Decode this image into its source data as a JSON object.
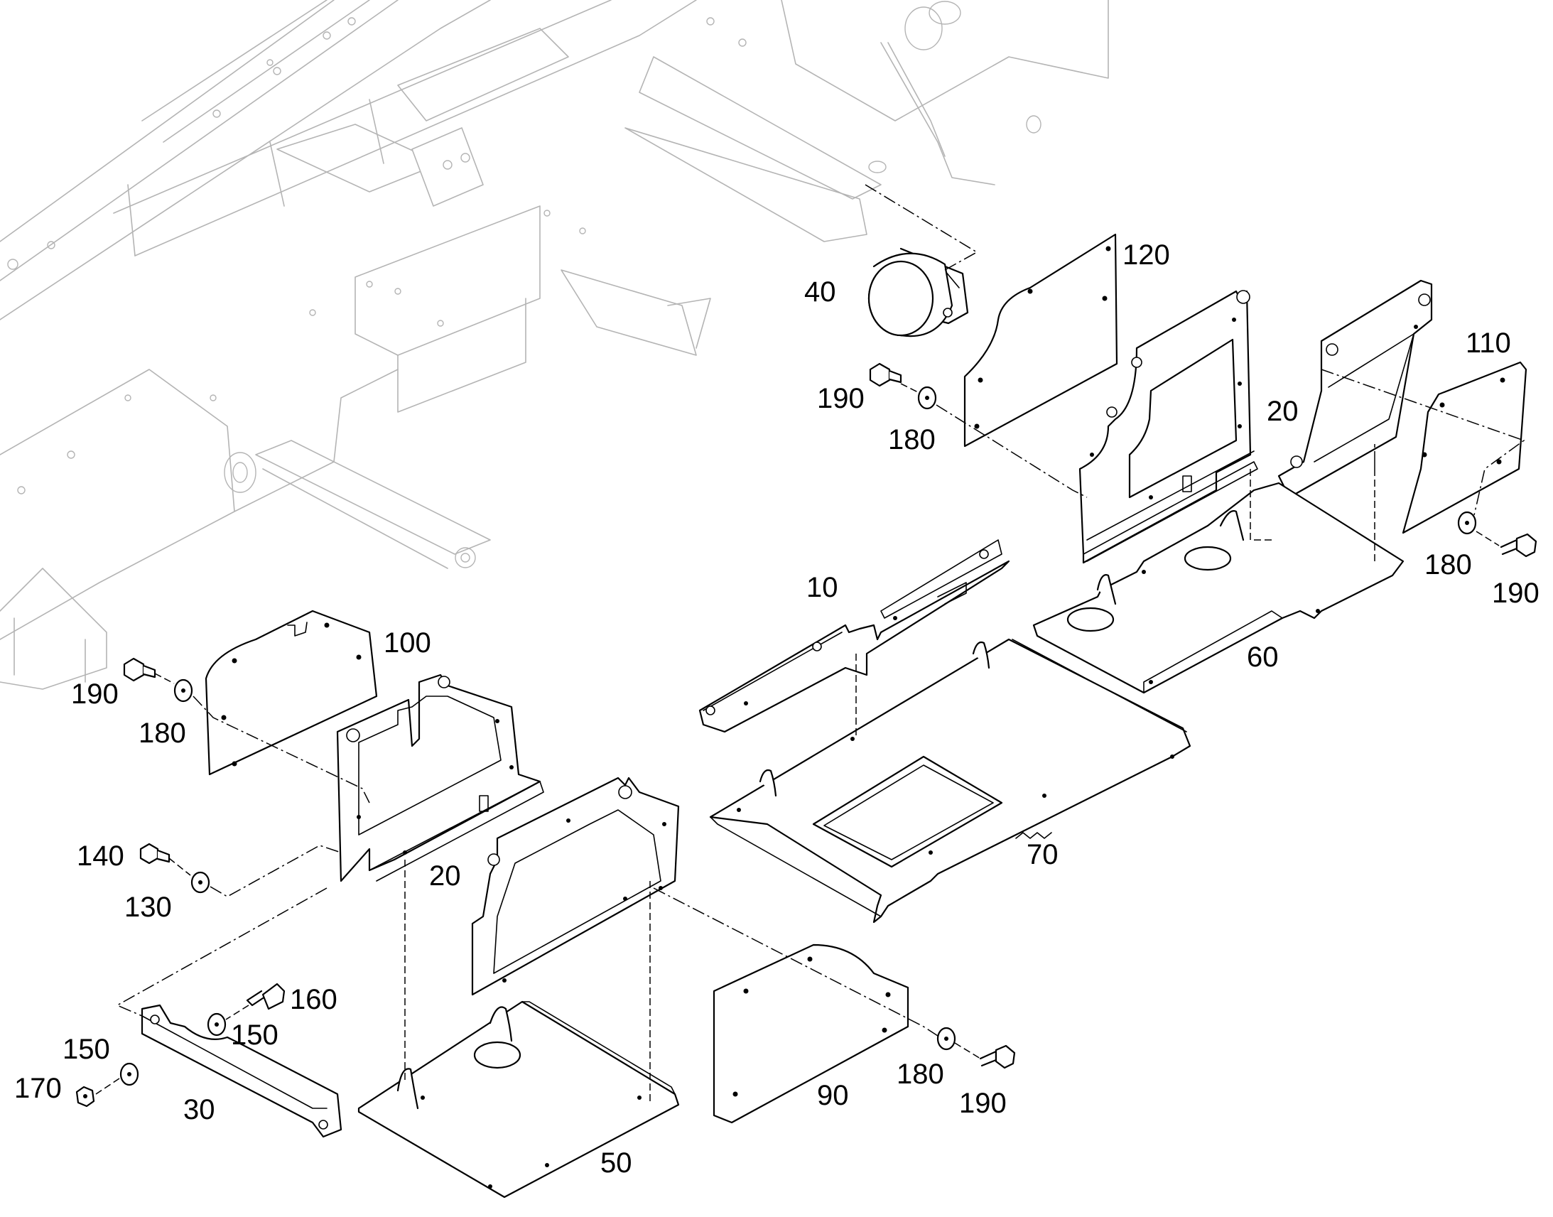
{
  "diagram": {
    "colors": {
      "frame": "#b4b4b4",
      "parts": "#000000",
      "background": "#ffffff"
    },
    "callouts": [
      {
        "id": "c10",
        "label": "10"
      },
      {
        "id": "c20a",
        "label": "20"
      },
      {
        "id": "c20b",
        "label": "20"
      },
      {
        "id": "c30",
        "label": "30"
      },
      {
        "id": "c40",
        "label": "40"
      },
      {
        "id": "c50",
        "label": "50"
      },
      {
        "id": "c60",
        "label": "60"
      },
      {
        "id": "c70",
        "label": "70"
      },
      {
        "id": "c90",
        "label": "90"
      },
      {
        "id": "c100",
        "label": "100"
      },
      {
        "id": "c110",
        "label": "110"
      },
      {
        "id": "c120",
        "label": "120"
      },
      {
        "id": "c130",
        "label": "130"
      },
      {
        "id": "c140",
        "label": "140"
      },
      {
        "id": "c150a",
        "label": "150"
      },
      {
        "id": "c150b",
        "label": "150"
      },
      {
        "id": "c160",
        "label": "160"
      },
      {
        "id": "c170",
        "label": "170"
      },
      {
        "id": "c180a",
        "label": "180"
      },
      {
        "id": "c180b",
        "label": "180"
      },
      {
        "id": "c180c",
        "label": "180"
      },
      {
        "id": "c180d",
        "label": "180"
      },
      {
        "id": "c190a",
        "label": "190"
      },
      {
        "id": "c190b",
        "label": "190"
      },
      {
        "id": "c190c",
        "label": "190"
      },
      {
        "id": "c190d",
        "label": "190"
      }
    ]
  }
}
